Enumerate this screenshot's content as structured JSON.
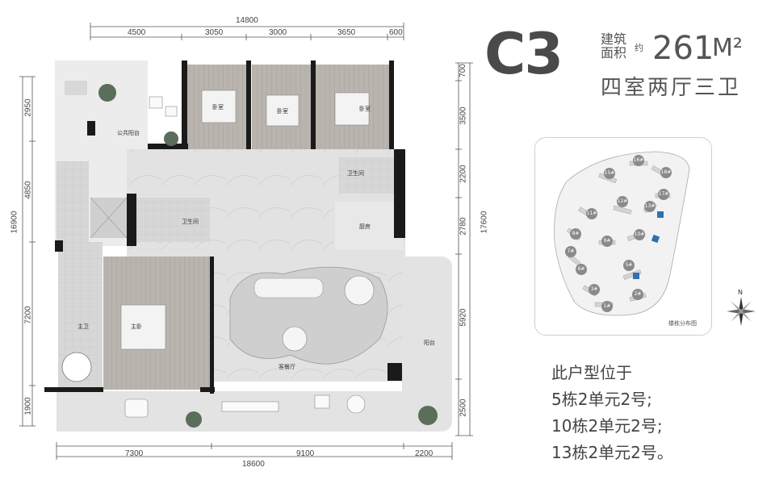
{
  "unit_code": "C3",
  "area_label_line1": "建筑",
  "area_label_line2": "面积",
  "area_approx": "约",
  "area_value": "261",
  "area_unit": "M²",
  "layout_text": "四室两厅三卫",
  "location_lines": [
    "此户型位于",
    "5栋2单元2号;",
    "10栋2单元2号;",
    "13栋2单元2号。"
  ],
  "dimensions": {
    "top_total": "14800",
    "top_segments": [
      "4500",
      "3050",
      "3000",
      "3650",
      "600"
    ],
    "bottom_segments": [
      "7300",
      "9100",
      "2200"
    ],
    "bottom_total": "18600",
    "left_segments": [
      "2950",
      "4850",
      "7200",
      "1900"
    ],
    "left_total": "16900",
    "right_segments": [
      "700",
      "3500",
      "2200",
      "2780",
      "5920",
      "2500"
    ],
    "right_total": "17600"
  },
  "rooms": {
    "public_balcony": "公共阳台",
    "bedroom_1": "卧室",
    "bedroom_2": "卧室",
    "bedroom_3": "卧室",
    "bathroom_1": "卫生间",
    "bathroom_2": "卫生间",
    "kitchen": "厨房",
    "master_bedroom": "主卧",
    "master_bath": "主卫",
    "living_dining": "客餐厅",
    "balcony": "阳台"
  },
  "site_map": {
    "caption": "楼栋分布图",
    "buildings": [
      "1#",
      "2#",
      "3#",
      "5#",
      "6#",
      "7#",
      "8#",
      "9#",
      "10#",
      "11#",
      "12#",
      "13#",
      "15#",
      "16#",
      "17#",
      "18#"
    ],
    "compass_label": "N"
  }
}
